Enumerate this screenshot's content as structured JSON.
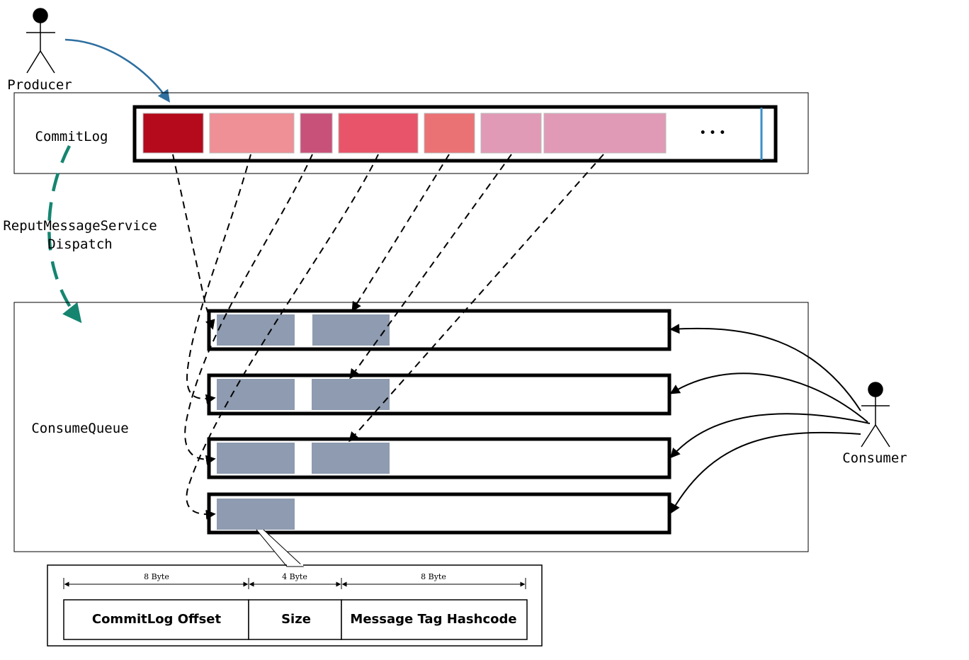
{
  "actors": {
    "producer": "Producer",
    "consumer": "Consumer"
  },
  "labels": {
    "commitlog": "CommitLog",
    "dispatch_line1": "ReputMessageService",
    "dispatch_line2": "Dispatch",
    "consumequeue": "ConsumeQueue",
    "ellipsis": "• • •"
  },
  "entry_format": {
    "fields": [
      {
        "size": "8 Byte",
        "name": "CommitLog Offset"
      },
      {
        "size": "4 Byte",
        "name": "Size"
      },
      {
        "size": "8 Byte",
        "name": "Message Tag Hashcode"
      }
    ]
  },
  "colors": {
    "commitlog_messages": [
      "#b40a1c",
      "#ef8f96",
      "#c8517a",
      "#e85469",
      "#ea7275",
      "#e09ab5",
      "#e09ab5"
    ],
    "queue_entry": "#8e9bb0",
    "producer_arrow": "#2e6fa0",
    "dispatch_arrow": "#158570",
    "write_pointer": "#3b8fc8"
  },
  "queues": [
    {
      "entries": 2
    },
    {
      "entries": 2
    },
    {
      "entries": 2
    },
    {
      "entries": 1
    }
  ]
}
